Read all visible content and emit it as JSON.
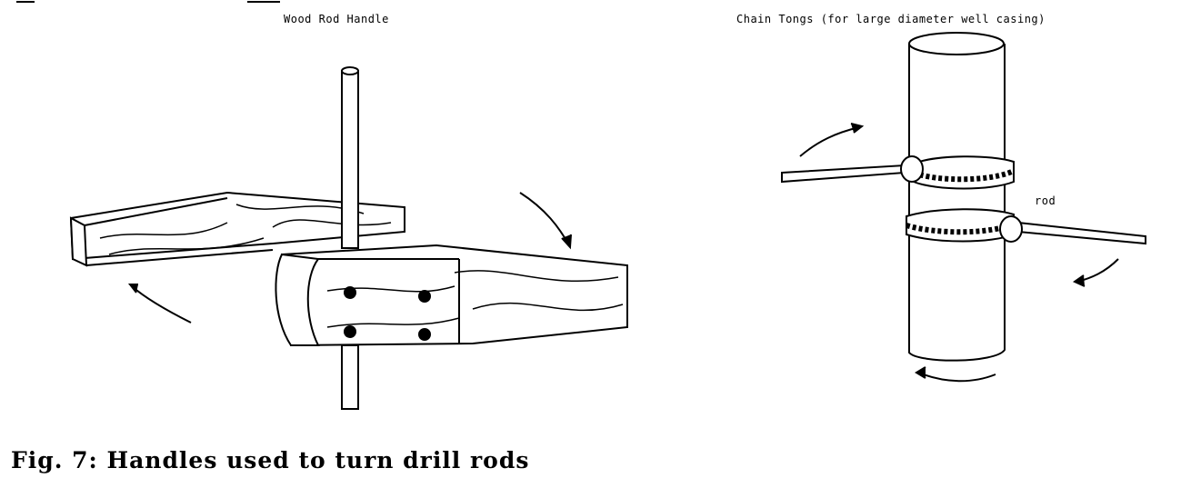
{
  "figure": {
    "left_title": "Wood Rod Handle",
    "right_title": "Chain Tongs (for large diameter well casing)",
    "rod_label": "rod",
    "caption": "Fig. 7: Handles used to turn drill rods"
  }
}
